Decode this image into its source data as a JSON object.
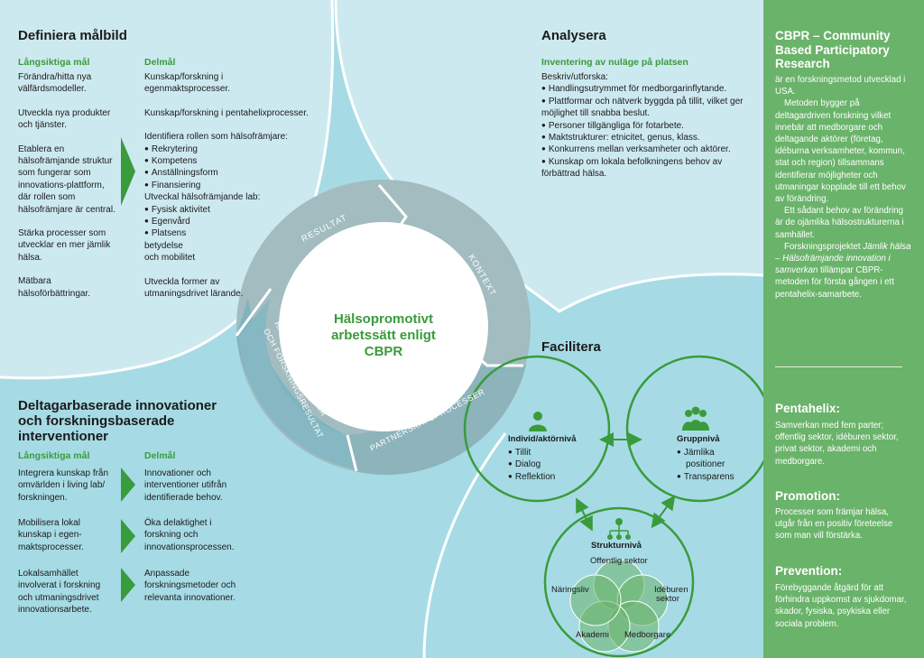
{
  "definiera": {
    "title": "Definiera målbild",
    "long_label": "Långsiktiga mål",
    "part_label": "Delmål",
    "long_items": [
      "Förändra/hitta nya välfärdsmodeller.",
      "Utveckla nya produkter och tjänster.",
      "Etablera en hälsofrämjande struktur som fungerar som innovations-plattform, där rollen som hälsofrämjare är central.",
      "Stärka processer som utvecklar en mer jämlik hälsa.",
      "Mätbara hälsoförbättringar."
    ],
    "part_1": "Kunskap/forskning i egenmaktsprocesser.",
    "part_2": "Kunskap/forskning i pentahelixprocesser.",
    "part_3_intro": "Identifiera rollen som hälsofrämjare:",
    "part_3_items": [
      "Rekrytering",
      "Kompetens",
      "Anställningsform",
      "Finansiering"
    ],
    "part_4_intro": "Utveckal hälsofrämjande lab:",
    "part_4_items": [
      "Fysisk aktivitet",
      "Egenvård",
      "Platsens"
    ],
    "part_4_extra": [
      "betydelse",
      "och mobilitet"
    ],
    "part_5": "Utveckla former av utmaningsdrivet lärande."
  },
  "analysera": {
    "title": "Analysera",
    "sub": "Inventering av nuläge på platsen",
    "intro": "Beskriv/utforska:",
    "items": [
      "Handlingsutrymmet för medborgarinflytande.",
      "Plattformar och nätverk byggda på tillit, vilket ger möjlighet till snabba beslut.",
      "Personer tillgängliga för fotarbete.",
      "Maktstrukturer: etnicitet, genus, klass.",
      "Konkurrens mellan verksamheter och aktörer.",
      "Kunskap om lokala befolkningens behov av förbättrad hälsa."
    ]
  },
  "deltagar": {
    "title": "Deltagarbaserade innovationer och forskningsbaserade interventioner",
    "long_label": "Långsiktiga mål",
    "part_label": "Delmål",
    "rows": [
      {
        "long": "Integrera kunskap från omvärlden i living lab/ forskningen.",
        "part": "Innovationer och interventioner utifrån identifierade behov."
      },
      {
        "long": "Mobilisera lokal kunskap i egen-maktsprocesser.",
        "part": "Öka delaktighet i forskning och innovationsprocessen."
      },
      {
        "long": "Lokalsamhället involverat i forskning och utmaningsdrivet innovationsarbete.",
        "part": "Anpassade forskningsmetoder och relevanta innovationer."
      }
    ]
  },
  "cycle": {
    "center": "Hälsopromotivt arbetssätt enligt CBPR",
    "seg_resultat": "RESULTAT",
    "seg_kontext": "KONTEXT",
    "seg_partnerskap": "PARTNERSKAPSPROCESSER",
    "seg_interv_1": "HÄLSOINTERVENTIONER",
    "seg_interv_2": "OCH FORSKNINGSRESULTAT"
  },
  "facilitera": {
    "title": "Facilitera",
    "individ_label": "Individ/aktörnivå",
    "individ_items": [
      "Tillit",
      "Dialog",
      "Reflektion"
    ],
    "grupp_label": "Gruppnivå",
    "grupp_items": [
      "Jämlika",
      "Transparens"
    ],
    "grupp_extra": "positioner",
    "struktur_label": "Strukturnivå",
    "sectors": {
      "offentlig": "Offentlig sektor",
      "naringsliv": "Näringsliv",
      "ideburen_1": "Idéburen",
      "ideburen_2": "sektor",
      "akademi": "Akademi",
      "medborgare": "Medborgare"
    }
  },
  "sidebar": {
    "cbpr_title": "CBPR – Community Based Participatory Research",
    "cbpr_p1": "är en forskningsmetod utvecklad i USA.",
    "cbpr_p2": "Metoden bygger på deltagardriven forskning vilket innebär att medborgare och deltagande aktörer (företag, idéburna verksamheter, kommun, stat och region) tillsammans identifierar möjligheter och utmaningar kopplade till ett behov av förändring.",
    "cbpr_p3": "Ett sådant behov av förändring är de ojämlika hälsostrukturerna i samhället.",
    "cbpr_p4_a": "Forskningsprojektet ",
    "cbpr_p4_em": "Jämlik hälsa – Hälsofrämjande innovation i samverkan",
    "cbpr_p4_b": " tillämpar CBPR-metoden för första gången i ett pentahelix-samarbete.",
    "pentahelix_title": "Pentahelix:",
    "pentahelix_text": "Samverkan med fem parter; offentlig sektor, idéburen sektor, privat sektor, akademi och medborgare.",
    "promotion_title": "Promotion:",
    "promotion_text": "Processer som främjar hälsa, utgår från en positiv företeelse som man vill förstärka.",
    "prevention_title": "Prevention:",
    "prevention_text": "Förebyggande åtgärd för att förhindra uppkomst av sjukdomar, skador, fysiska, psykiska eller sociala problem."
  },
  "colors": {
    "green": "#3a9b3c",
    "sidebar": "#6ab36a",
    "light_blue": "#cde9f0",
    "mid_blue": "#a6dbe5",
    "cycle_gray": "#a2bcc0",
    "cycle_dark": "#7fb3bf"
  },
  "icons": [
    "person-icon",
    "group-icon",
    "hierarchy-icon",
    "arrow-right-icon",
    "double-arrow-icon"
  ]
}
